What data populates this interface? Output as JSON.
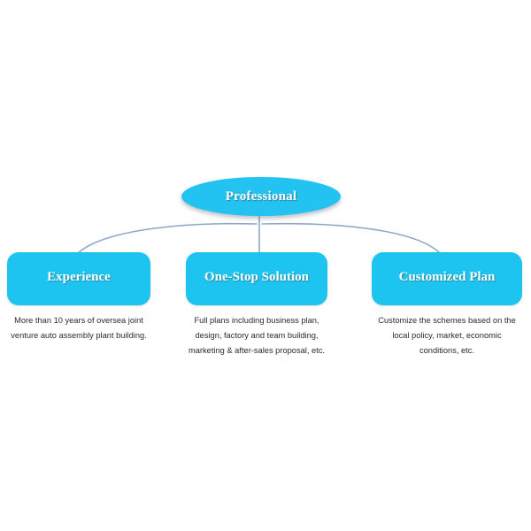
{
  "diagram": {
    "type": "hierarchy-tree",
    "background_color": "#FFFFFF",
    "node_color": "#1EC4F0",
    "root_color": "#22C3F0",
    "connector_color": "#8FA8C8",
    "label_color": "#FFFFFF",
    "caption_color": "#2B2B2B",
    "root": {
      "label": "Professional"
    },
    "branches": [
      {
        "label": "Experience",
        "caption": "More than 10 years of oversea joint venture auto assembly plant building."
      },
      {
        "label": "One-Stop Solution",
        "caption": "Full plans including business plan, design, factory and team building, marketing & after-sales proposal, etc."
      },
      {
        "label": "Customized Plan",
        "caption": "Customize the schemes based on the local policy, market, economic conditions, etc."
      }
    ]
  }
}
